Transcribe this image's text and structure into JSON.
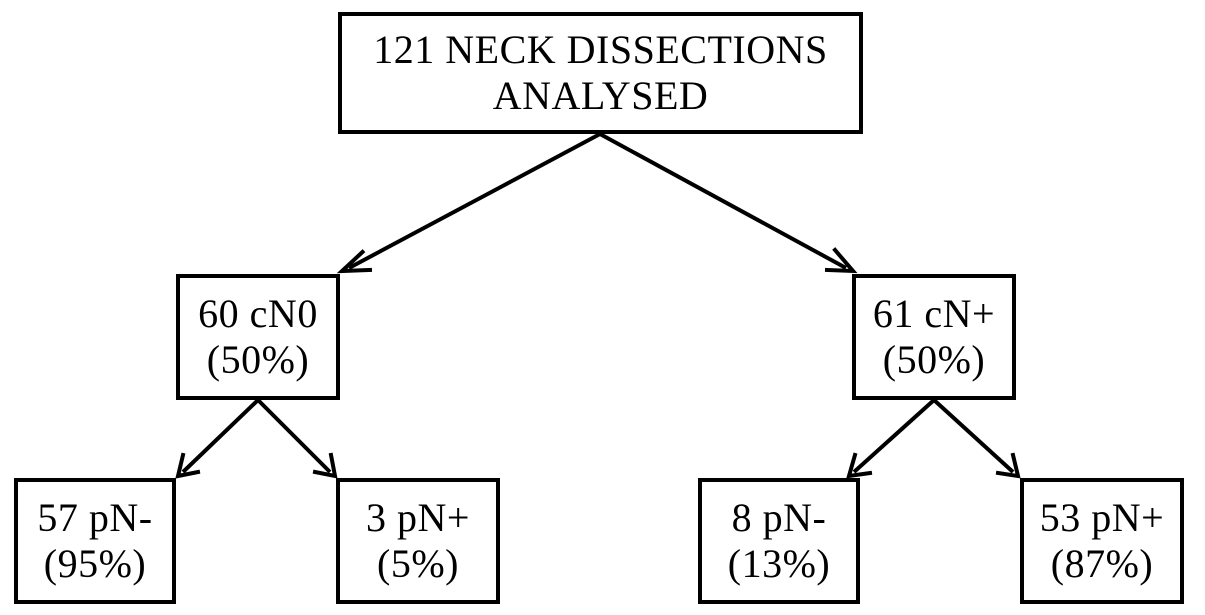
{
  "nodes": {
    "root": {
      "line1": "121 NECK DISSECTIONS",
      "line2": "ANALYSED"
    },
    "cn0": {
      "line1": "60 cN0",
      "line2": "(50%)"
    },
    "cnp": {
      "line1": "61 cN+",
      "line2": "(50%)"
    },
    "pnm_l": {
      "line1": "57 pN-",
      "line2": "(95%)"
    },
    "pnp_l": {
      "line1": "3 pN+",
      "line2": "(5%)"
    },
    "pnm_r": {
      "line1": "8 pN-",
      "line2": "(13%)"
    },
    "pnp_r": {
      "line1": "53 pN+",
      "line2": "(87%)"
    }
  },
  "edges": [
    {
      "from": "root",
      "to": "cn0"
    },
    {
      "from": "root",
      "to": "cnp"
    },
    {
      "from": "cn0",
      "to": "pnm_l"
    },
    {
      "from": "cn0",
      "to": "pnp_l"
    },
    {
      "from": "cnp",
      "to": "pnm_r"
    },
    {
      "from": "cnp",
      "to": "pnp_r"
    }
  ],
  "colors": {
    "stroke": "#000000",
    "background": "#ffffff"
  }
}
